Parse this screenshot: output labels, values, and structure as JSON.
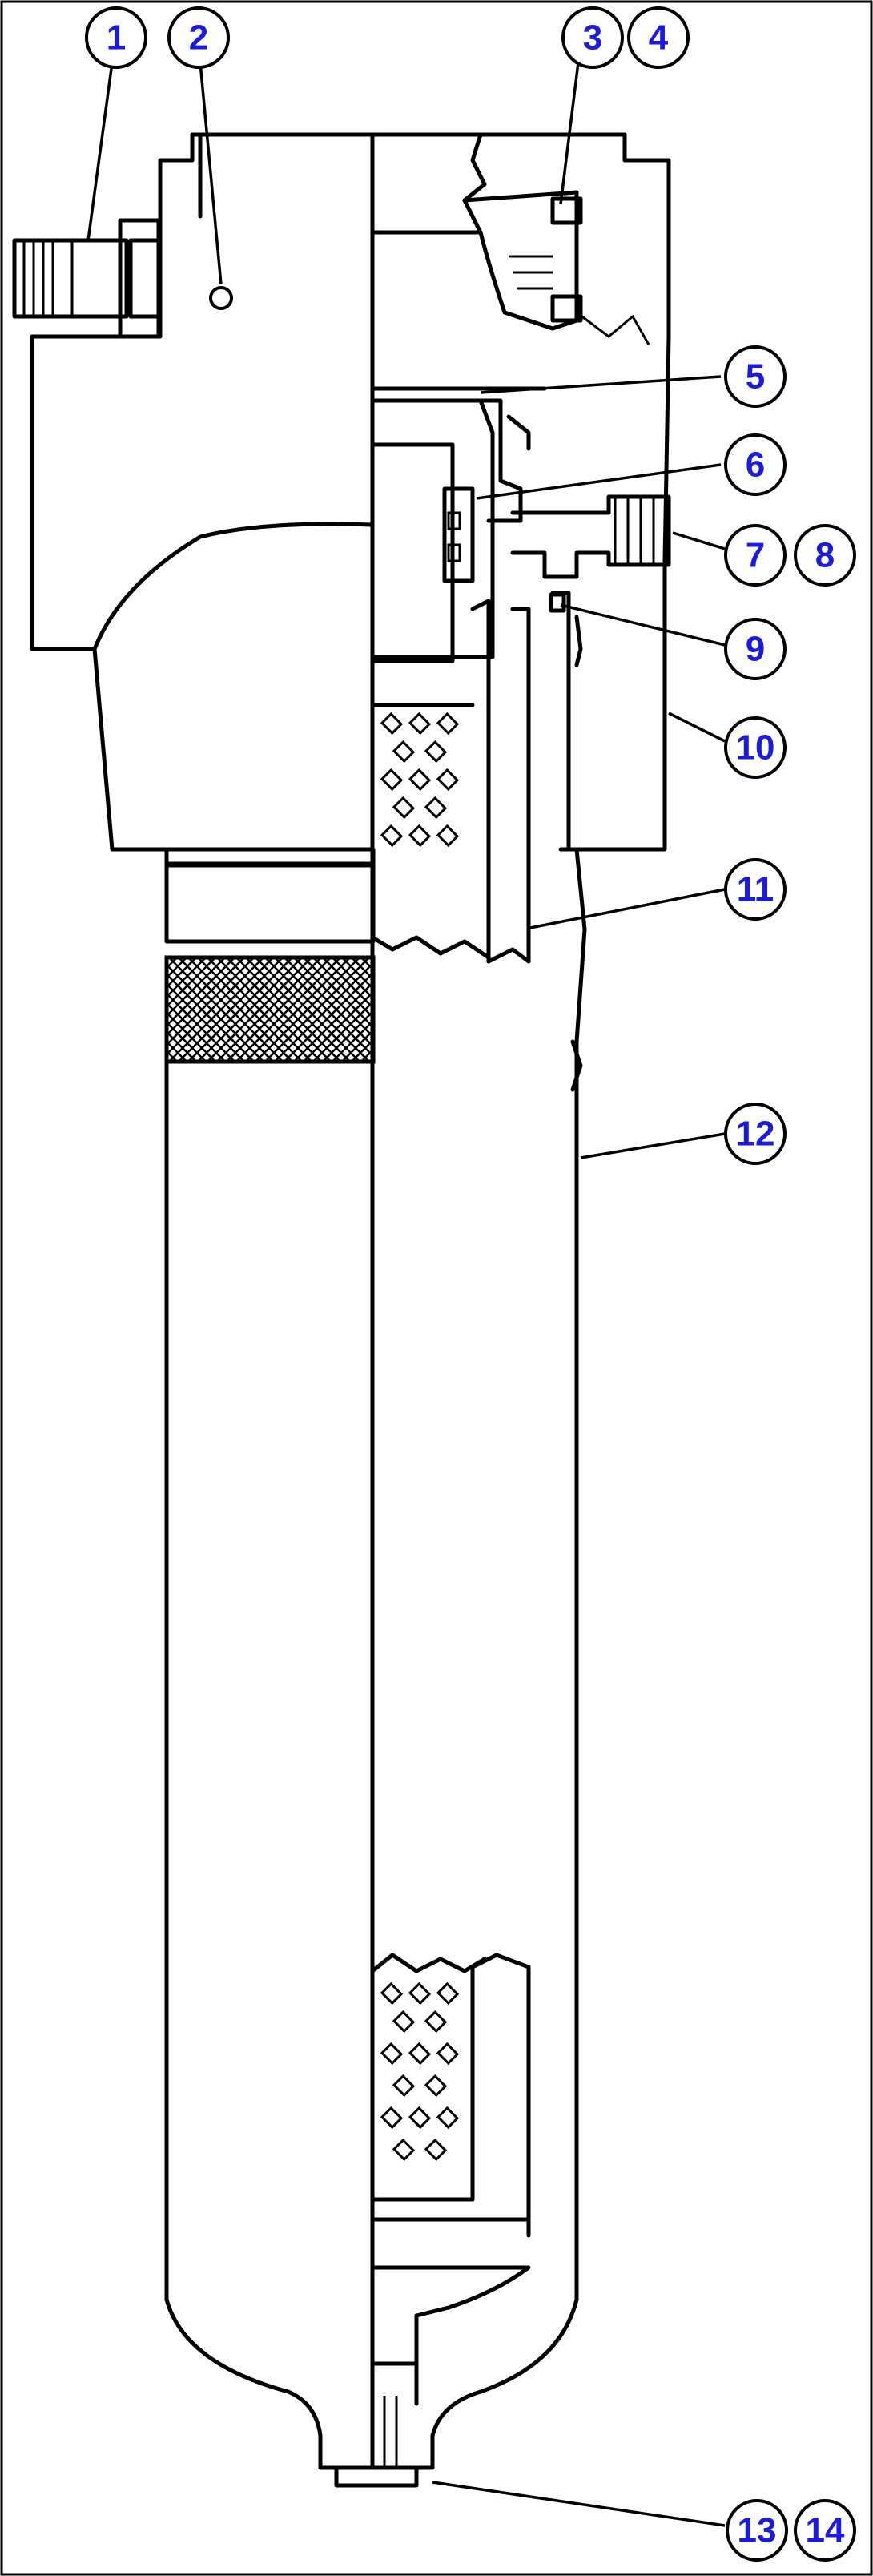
{
  "colors": {
    "callout_text": "#1a1ae0",
    "line": "#000000",
    "background": "#ffffff"
  },
  "callouts": [
    {
      "id": "c1",
      "label": "1"
    },
    {
      "id": "c2",
      "label": "2"
    },
    {
      "id": "c3",
      "label": "3"
    },
    {
      "id": "c4",
      "label": "4"
    },
    {
      "id": "c5",
      "label": "5"
    },
    {
      "id": "c6",
      "label": "6"
    },
    {
      "id": "c7",
      "label": "7"
    },
    {
      "id": "c8",
      "label": "8"
    },
    {
      "id": "c9",
      "label": "9"
    },
    {
      "id": "c10",
      "label": "10"
    },
    {
      "id": "c11",
      "label": "11"
    },
    {
      "id": "c12",
      "label": "12"
    },
    {
      "id": "c13",
      "label": "13"
    },
    {
      "id": "c14",
      "label": "14"
    }
  ]
}
